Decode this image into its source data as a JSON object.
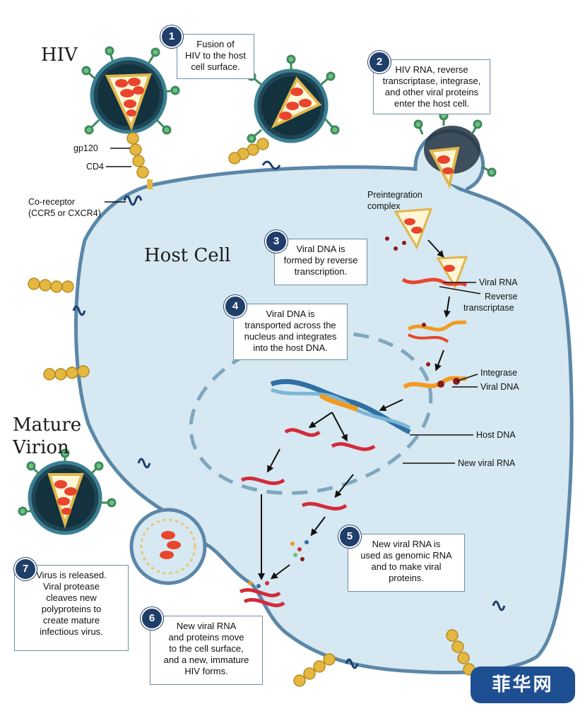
{
  "titles": {
    "hiv": "HIV",
    "host_cell": "Host Cell",
    "mature_virion_1": "Mature",
    "mature_virion_2": "Virion"
  },
  "labels": {
    "gp120": "gp120",
    "cd4": "CD4",
    "coreceptor_1": "Co-receptor",
    "coreceptor_2": "(CCR5 or CXCR4)",
    "preintegration_1": "Preintegration",
    "preintegration_2": "complex",
    "viral_rna": "Viral RNA",
    "reverse_1": "Reverse",
    "reverse_2": "transcriptase",
    "integrase": "Integrase",
    "viral_dna": "Viral DNA",
    "host_dna": "Host DNA",
    "new_viral_rna": "New viral RNA"
  },
  "steps": [
    {
      "num": "1",
      "lines": [
        "Fusion of",
        "HIV to the host",
        "cell surface."
      ]
    },
    {
      "num": "2",
      "lines": [
        "HIV RNA, reverse",
        "transcriptase, integrase,",
        "and other viral proteins",
        "enter the host cell."
      ]
    },
    {
      "num": "3",
      "lines": [
        "Viral DNA is",
        "formed by reverse",
        "transcription."
      ]
    },
    {
      "num": "4",
      "lines": [
        "Viral DNA is",
        "transported across the",
        "nucleus and integrates",
        "into the host DNA."
      ]
    },
    {
      "num": "5",
      "lines": [
        "New viral RNA is",
        "used as genomic RNA",
        "and to make viral",
        "proteins."
      ]
    },
    {
      "num": "6",
      "lines": [
        "New viral RNA",
        "and proteins move",
        "to the cell surface,",
        "and a new, immature",
        "HIV forms."
      ]
    },
    {
      "num": "7",
      "lines": [
        "Virus is released.",
        "Viral protease",
        "cleaves new",
        "polyproteins to",
        "create mature",
        "infectious virus."
      ]
    }
  ],
  "watermark": "菲华网",
  "colors": {
    "cell_fill": "#d6e8f1",
    "membrane": "#5b87a8",
    "step_badge": "#203e6a",
    "rna": "#d22a3a",
    "dna_orange": "#f29a1f",
    "receptor_yellow": "#e3b545"
  }
}
